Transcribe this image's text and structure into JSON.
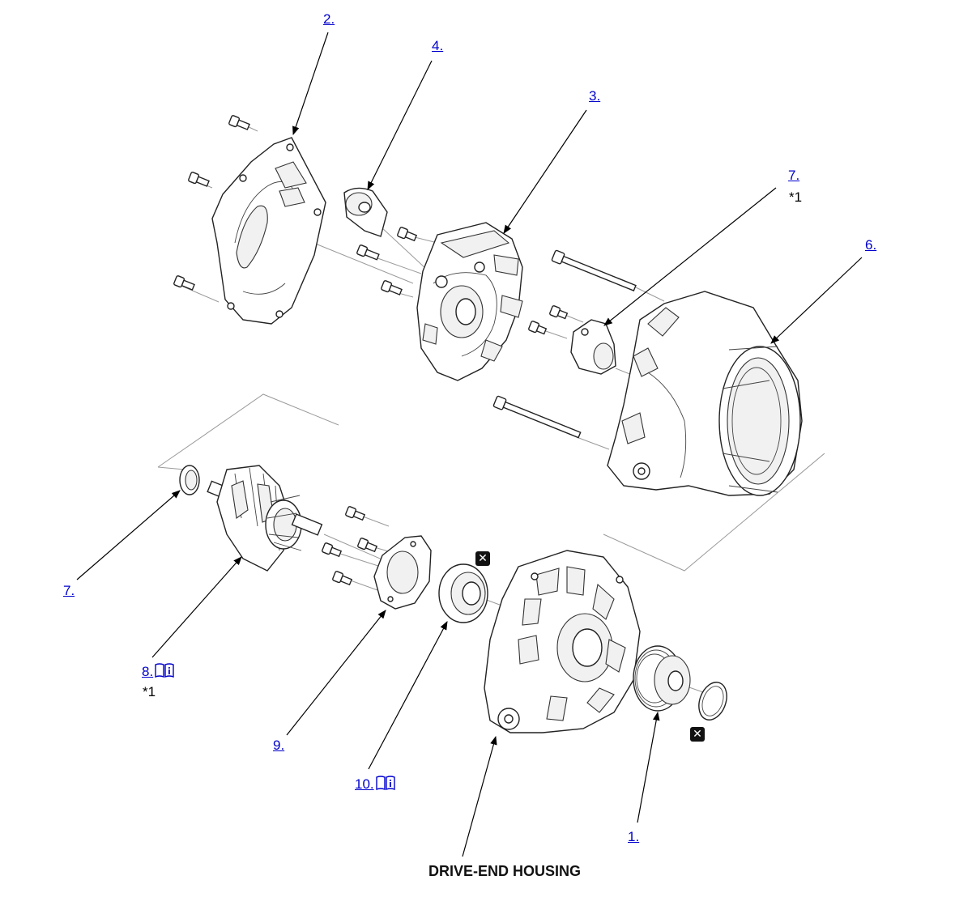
{
  "diagram": {
    "callouts": {
      "c1": "1.",
      "c2": "2.",
      "c3": "3.",
      "c4": "4.",
      "c6": "6.",
      "c7_top": "7.",
      "c7_left": "7.",
      "c8": "8.",
      "c9": "9.",
      "c10": "10."
    },
    "notes": {
      "n7": "*1",
      "n8": "*1"
    },
    "caption": "DRIVE-END HOUSING",
    "icons": {
      "replace_badge": "x-square-icon",
      "info_book": "book-info-icon"
    },
    "colors": {
      "link": "#0000cc",
      "line": "#000000",
      "axis": "#9a9a9a"
    }
  }
}
